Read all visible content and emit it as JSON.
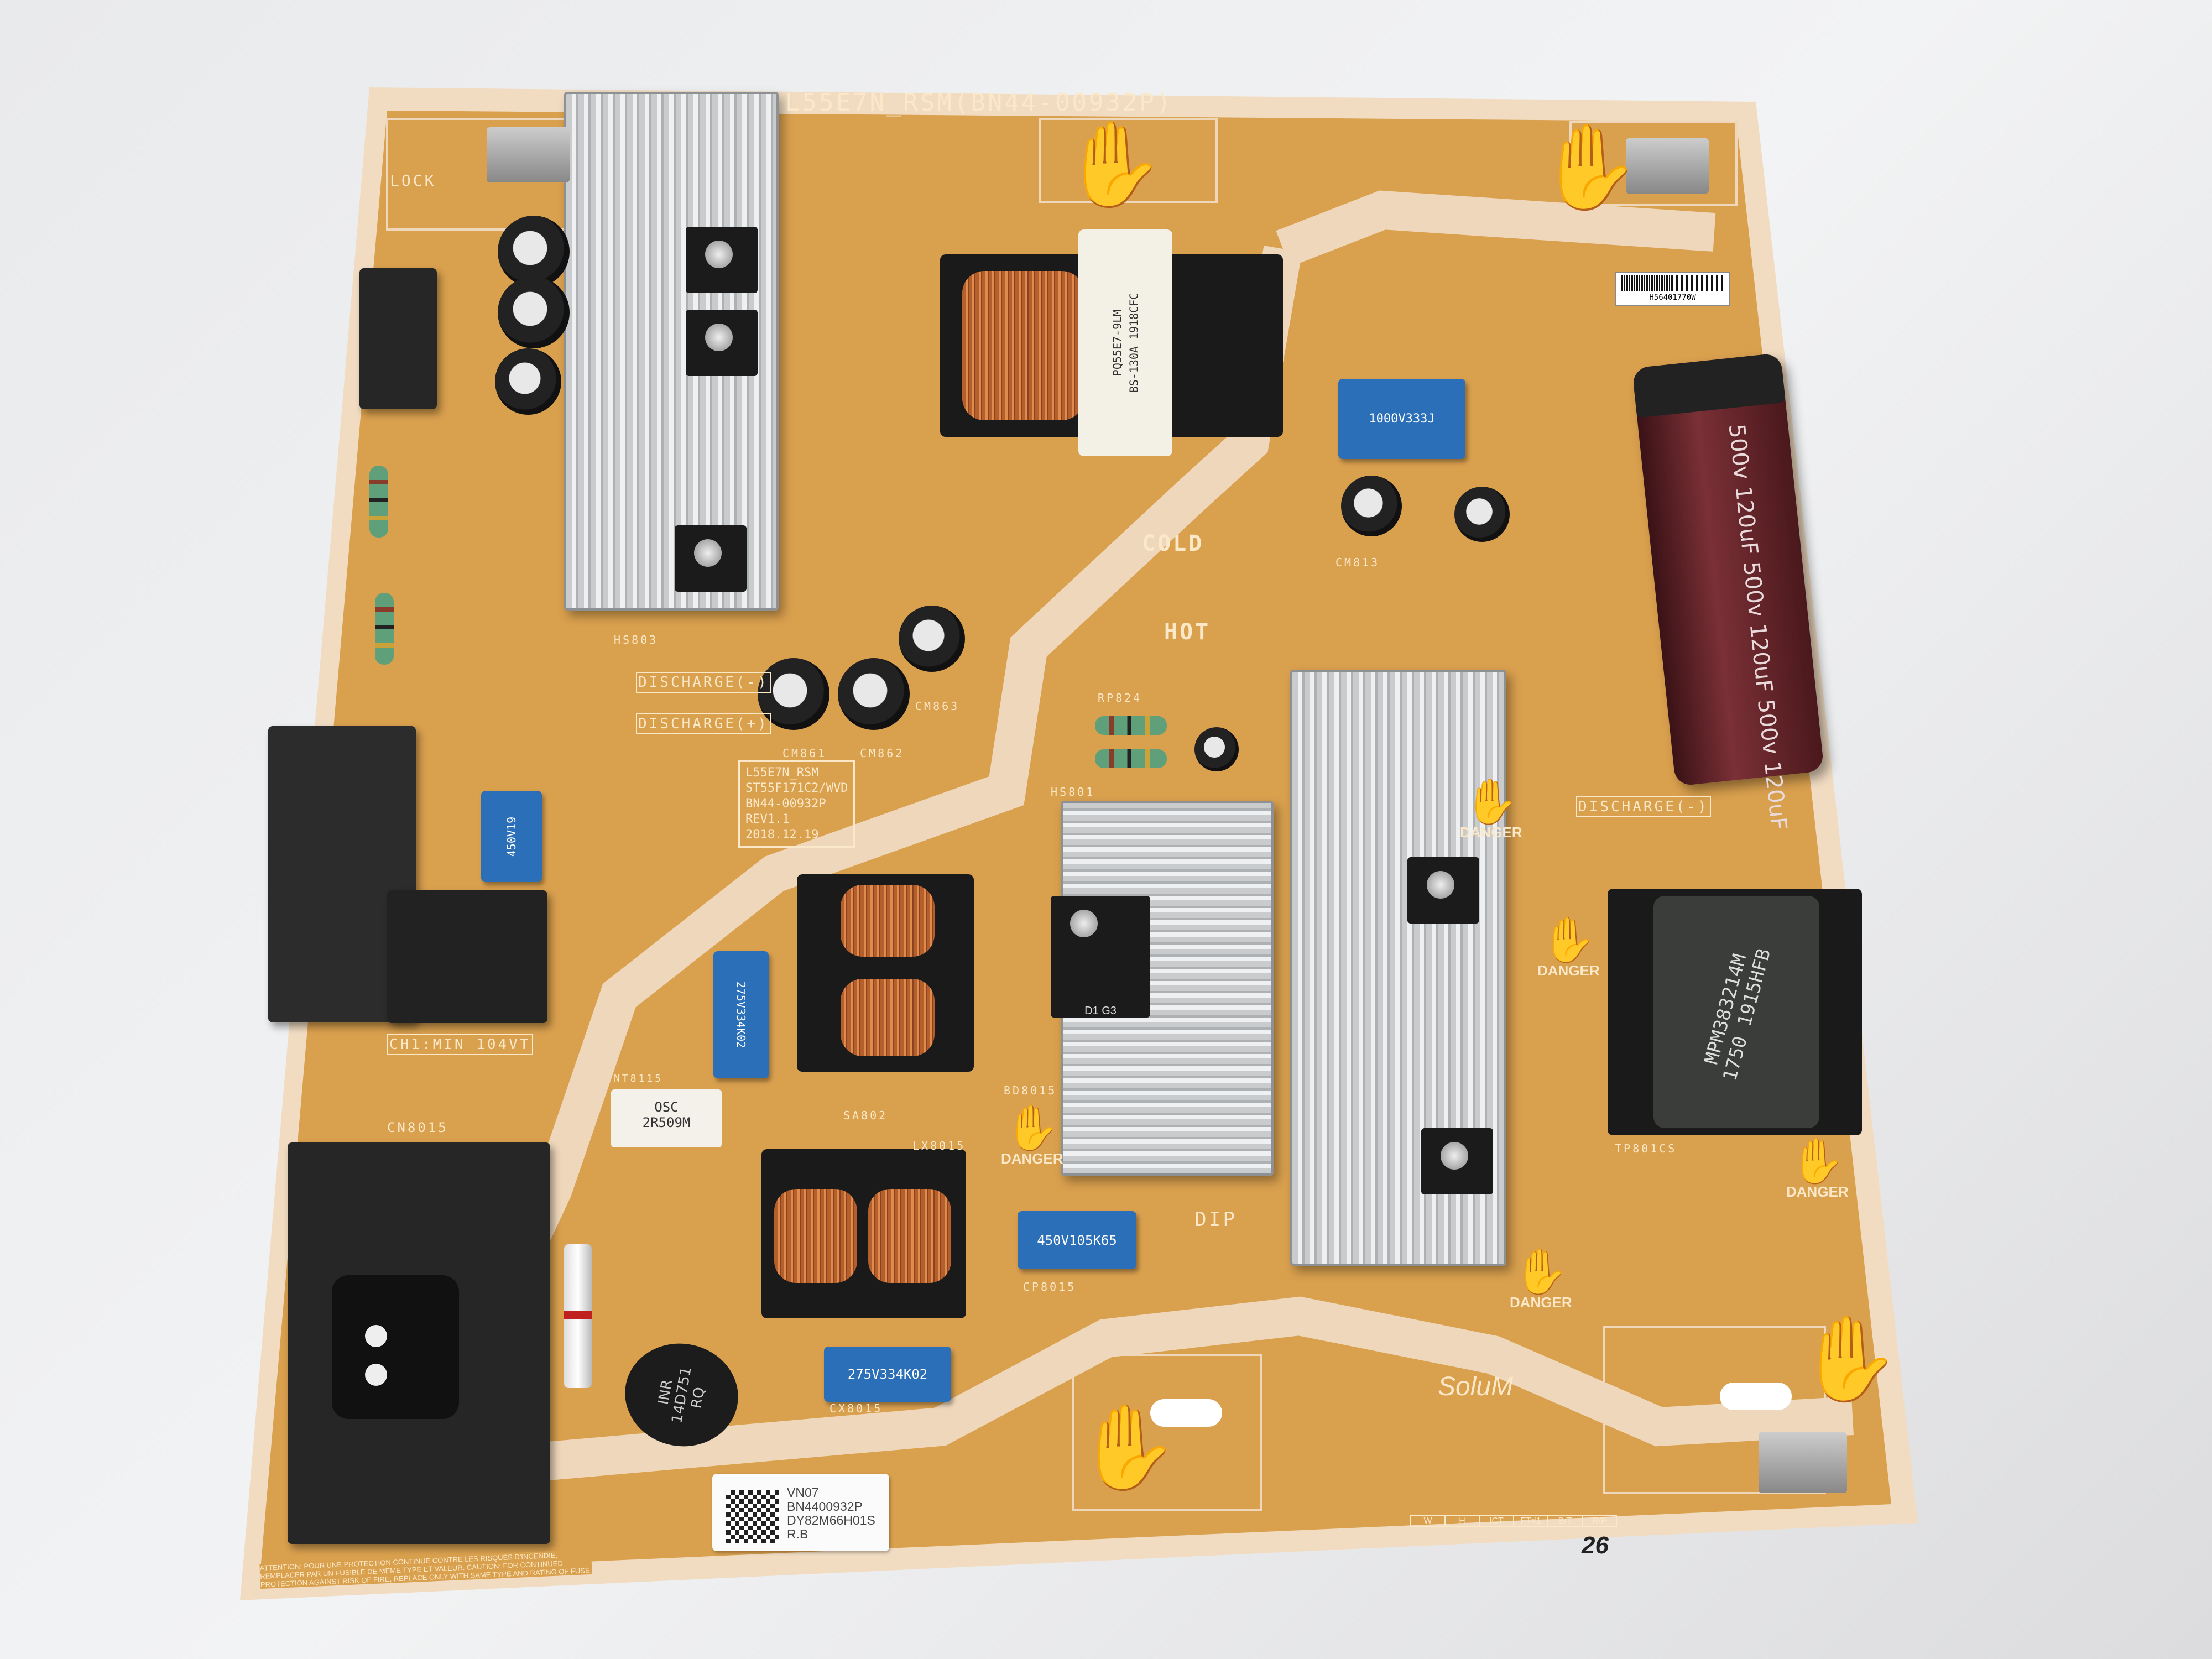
{
  "board": {
    "title_silk": "L55E7N_RSM(BN44-00932P)",
    "info_block": [
      "L55E7N_RSM",
      "ST55F171C2/WVD",
      "BN44-00932P",
      "REV1.1",
      "2018.12.19"
    ],
    "labels": {
      "cold": "COLD",
      "hot": "HOT",
      "discharge_plus": "DISCHARGE(+)",
      "discharge_minus_left": "DISCHARGE(-)",
      "discharge_minus_right": "DISCHARGE(-)",
      "dip": "DIP",
      "lock": "LOCK",
      "ch1": "CH1:MIN 104VT",
      "cn8015": "CN8015",
      "danger": "DANGER",
      "brand": "SoluM",
      "hs803": "HS803",
      "hs801": "HS801",
      "lx8015": "LX8015",
      "cp8015": "CP8015",
      "cx8015": "CX8015",
      "bd8015": "BD8015",
      "sa802": "SA802",
      "tp801cs": "TP801CS",
      "cm863": "CM863",
      "cm862": "CM862",
      "cm861": "CM861",
      "cm813": "CM813",
      "rp824": "RP824",
      "hs_ntc": "NT8115"
    },
    "components": {
      "bulk_cap": [
        "500v",
        "120uF",
        "500v",
        "120uF",
        "500v",
        "120uF"
      ],
      "transformer_top": [
        "PQ55E7-9LM",
        "BS-130A 1918CFC"
      ],
      "transformer_right": [
        "MPM383214M",
        "1750 1915HFB"
      ],
      "cap_x1_left": "275V334K02",
      "cap_x2_bottom": "275V334K02",
      "cap_film": "450V105K65",
      "cap_blue_top": "1000V333J",
      "cap_blue_left": "450V19",
      "ntc": [
        "OSC",
        "2R509M"
      ],
      "varistor": [
        "INR",
        "14D751",
        "RQ"
      ],
      "heatsink_diode": "D1 G3"
    },
    "sticker": {
      "lines": [
        "VN07",
        "BN4400932P",
        "DY82M66H01S",
        "R.B"
      ]
    },
    "barcode": "H56401770W",
    "test_table": {
      "headers": [
        "W",
        "H",
        "ICT",
        "FT#1",
        "B/T",
        "R/F"
      ],
      "marks": [
        "26"
      ]
    },
    "warning_text": "ATTENTION: POUR UNE PROTECTION CONTINUE CONTRE LES RISQUES D'INCENDIE, REMPLACER PAR UN FUSIBLE DE MEME TYPE ET VALEUR. CAUTION: FOR CONTINUED PROTECTION AGAINST RISK OF FIRE, REPLACE ONLY WITH SAME TYPE AND RATING OF FUSE."
  },
  "colors": {
    "pcb": "#d9a04e",
    "silk": "#fbe8c8",
    "trace_gap": "#efd7bc",
    "cap": "#5b1f24",
    "blue": "#2b6fb8"
  }
}
